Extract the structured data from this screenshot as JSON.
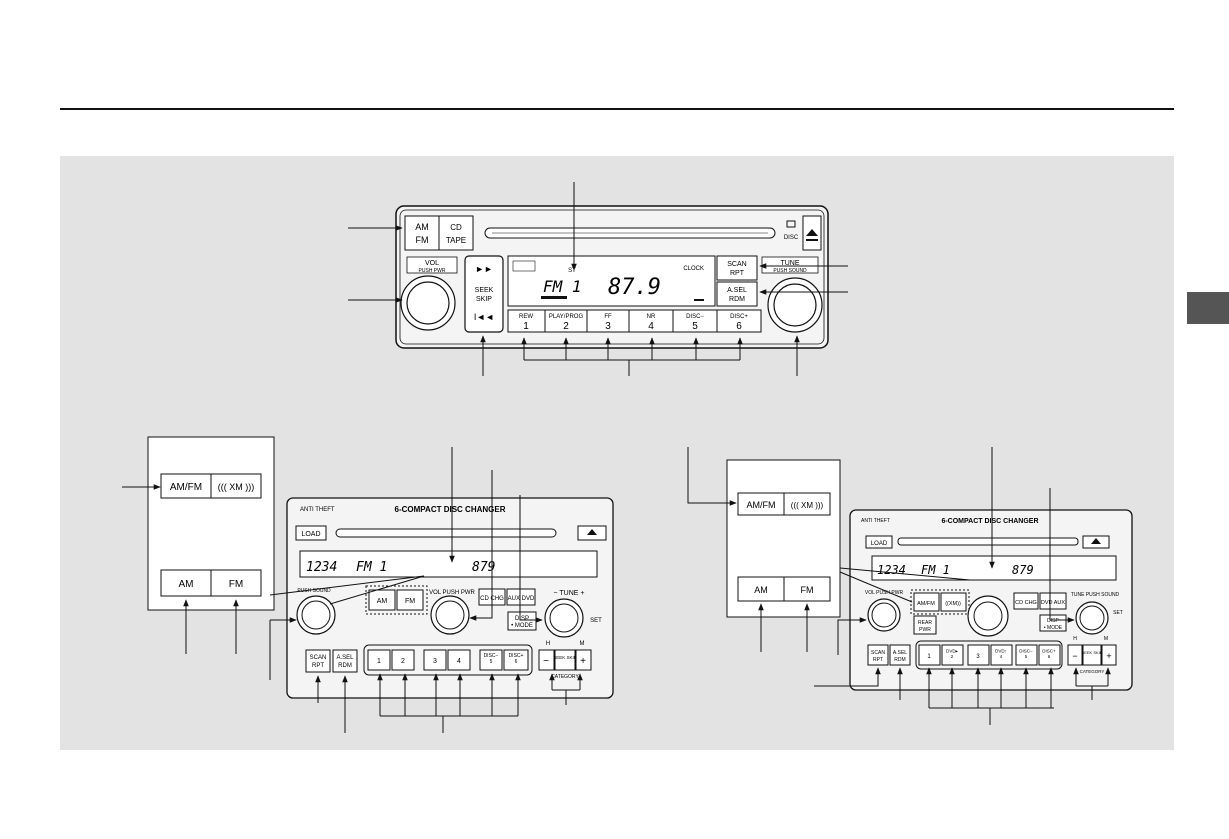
{
  "top_unit": {
    "band_am": "AM",
    "band_fm": "FM",
    "cd_tape_top": "CD",
    "cd_tape_bottom": "TAPE",
    "vol_label": "VOL",
    "vol_sub": "PUSH PWR",
    "seek_label": "SEEK",
    "skip_label": "SKIP",
    "display_band": "FM 1",
    "display_st": "ST",
    "display_freq": "87.9",
    "clock_label": "CLOCK",
    "scan_top": "SCAN",
    "scan_bottom": "RPT",
    "asel_top": "A.SEL",
    "asel_bottom": "RDM",
    "tune_label": "TUNE",
    "tune_sub": "PUSH SOUND",
    "disc_label": "DISC",
    "presets": [
      {
        "top": "REW",
        "num": "1"
      },
      {
        "top": "PLAY/PROG",
        "num": "2"
      },
      {
        "top": "FF",
        "num": "3"
      },
      {
        "top": "NR",
        "num": "4"
      },
      {
        "top": "DISC−",
        "num": "5"
      },
      {
        "top": "DISC+",
        "num": "6"
      }
    ]
  },
  "bottom_left": {
    "inset_am_fm": "AM/FM",
    "inset_xm": "((( XM )))",
    "inset_am": "AM",
    "inset_fm": "FM",
    "anti_theft": "ANTI THEFT",
    "changer_title": "6-COMPACT DISC CHANGER",
    "load": "LOAD",
    "display_num": "1234",
    "display_band": "FM 1",
    "display_freq": "879",
    "am_btn": "AM",
    "fm_btn": "FM",
    "push_sound": "PUSH SOUND",
    "vol_label": "VOL PUSH PWR",
    "cdchg": "CD CHG",
    "aux_dvd": "AUX DVD",
    "tune": "− TUNE +",
    "disp_mode_top": "DISP",
    "disp_mode_bottom": "• MODE",
    "set": "SET",
    "scan_top": "SCAN",
    "scan_bottom": "RPT",
    "asel_top": "A.SEL",
    "asel_bottom": "RDM",
    "presets": [
      "1",
      "2",
      "3",
      "4",
      "DISC−\n5",
      "DISC+\n6"
    ],
    "seek_skip": "SEEK SKIP",
    "category": "CATEGORY",
    "h": "H",
    "m": "M",
    "minus": "−",
    "plus": "+"
  },
  "bottom_right": {
    "inset_am_fm": "AM/FM",
    "inset_xm": "((( XM )))",
    "inset_am": "AM",
    "inset_fm": "FM",
    "anti_theft": "ANTI THEFT",
    "changer_title": "6-COMPACT DISC CHANGER",
    "load": "LOAD",
    "display_num": "1234",
    "display_band": "FM 1",
    "display_freq": "879",
    "am_fm_btn": "AM/FM",
    "xm_btn": "((XM))",
    "vol_label": "VOL PUSH PWR",
    "rear_pwr_top": "REAR",
    "rear_pwr_bottom": "PWR",
    "cdchg": "CD CHG",
    "dvd_aux": "DVD AUX",
    "tune": "TUNE PUSH SOUND",
    "disp_mode_top": "DISP",
    "disp_mode_bottom": "• MODE",
    "set": "SET",
    "scan_top": "SCAN",
    "scan_bottom": "RPT",
    "asel_top": "A.SEL",
    "asel_bottom": "RDM",
    "presets": [
      "1",
      "DVD▸\n2",
      "3",
      "DVD↑\n4",
      "DISC−\n5",
      "DISC+\n6"
    ],
    "seek_skip": "SEEK SKIP",
    "category": "CATEGORY",
    "h": "H",
    "m": "M",
    "minus": "−",
    "plus": "+"
  },
  "colors": {
    "panel": "#e3e3e3",
    "unit": "#f4f4f4",
    "line": "#111111",
    "tab": "#555555"
  }
}
